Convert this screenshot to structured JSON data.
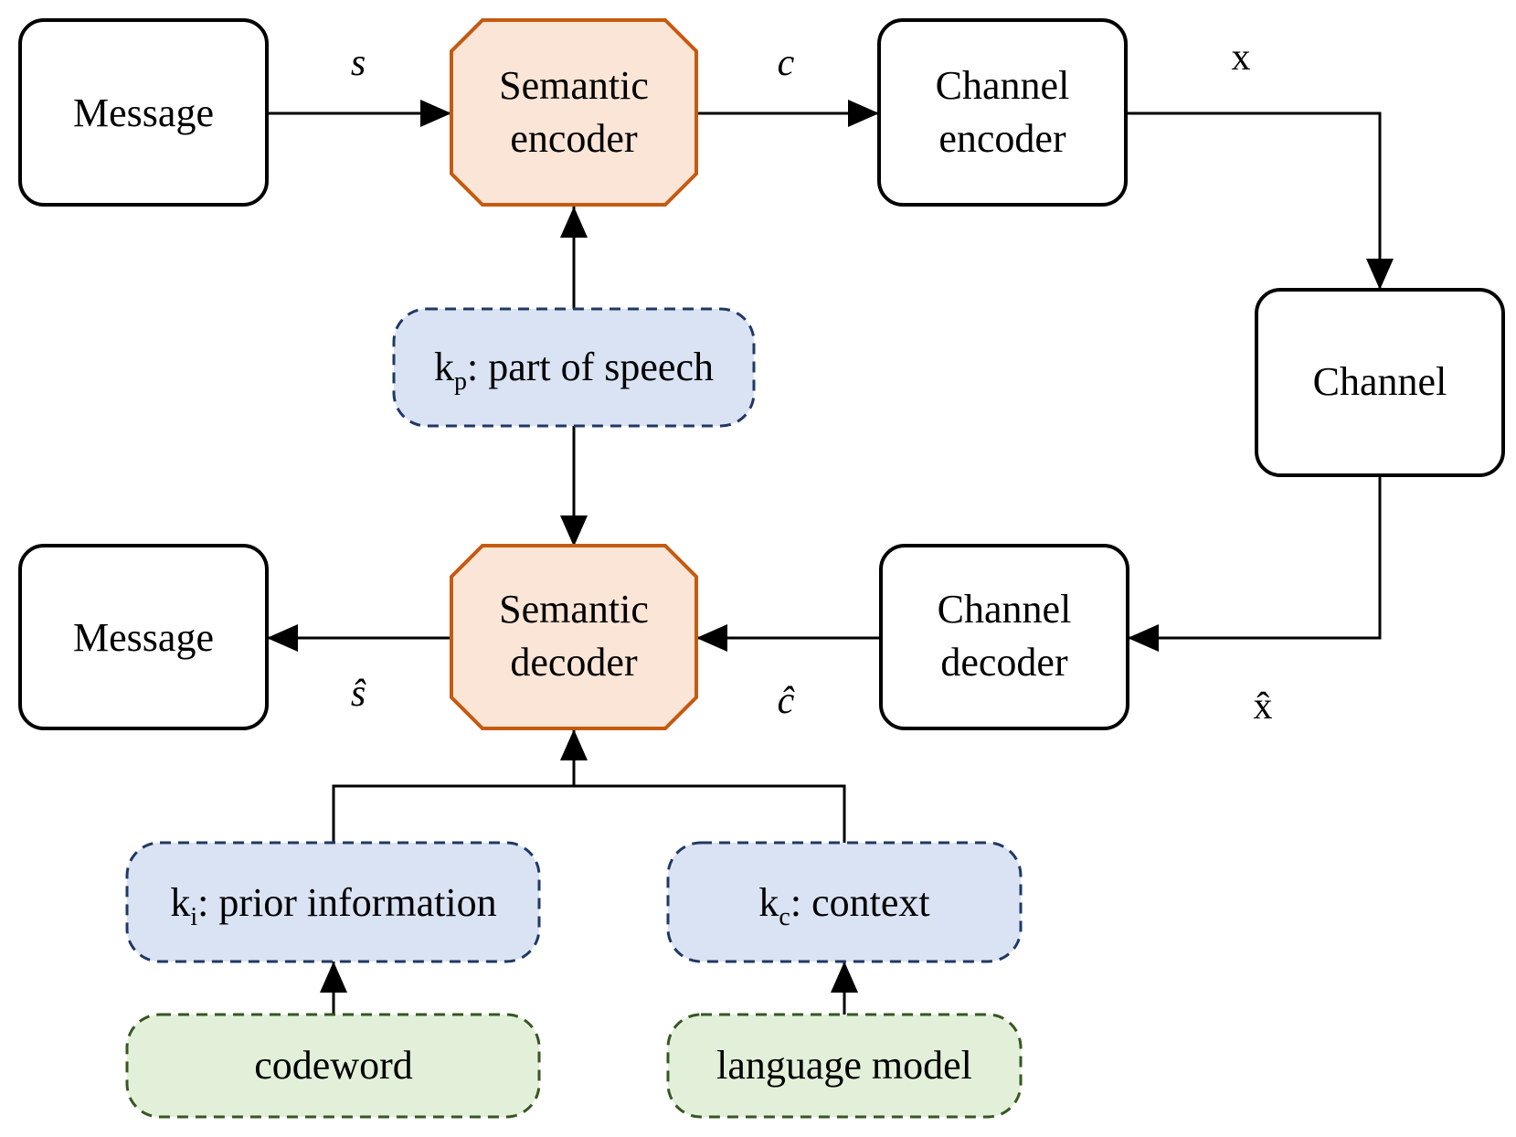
{
  "colors": {
    "semantic_fill": "#fbe5d6",
    "semantic_stroke": "#c55a11",
    "knowledge_fill": "#dae3f3",
    "knowledge_stroke": "#203864",
    "source_fill": "#e2f0d9",
    "source_stroke": "#375623",
    "line": "#000000"
  },
  "nodes": {
    "message_tx": "Message",
    "semantic_encoder": {
      "line1": "Semantic",
      "line2": "encoder"
    },
    "channel_encoder": {
      "line1": "Channel",
      "line2": "encoder"
    },
    "channel": "Channel",
    "channel_decoder": {
      "line1": "Channel",
      "line2": "decoder"
    },
    "semantic_decoder": {
      "line1": "Semantic",
      "line2": "decoder"
    },
    "message_rx": "Message",
    "kp": {
      "symbol": "k",
      "subscript": "p",
      "text": ": part of speech"
    },
    "ki": {
      "symbol": "k",
      "subscript": "i",
      "text": ": prior information"
    },
    "kc": {
      "symbol": "k",
      "subscript": "c",
      "text": ": context"
    },
    "codeword": "codeword",
    "language_model": "language model"
  },
  "edge_labels": {
    "s": "s",
    "c": "c",
    "x": "x",
    "s_hat": "ŝ",
    "c_hat": "ĉ",
    "x_hat": "x̂"
  }
}
